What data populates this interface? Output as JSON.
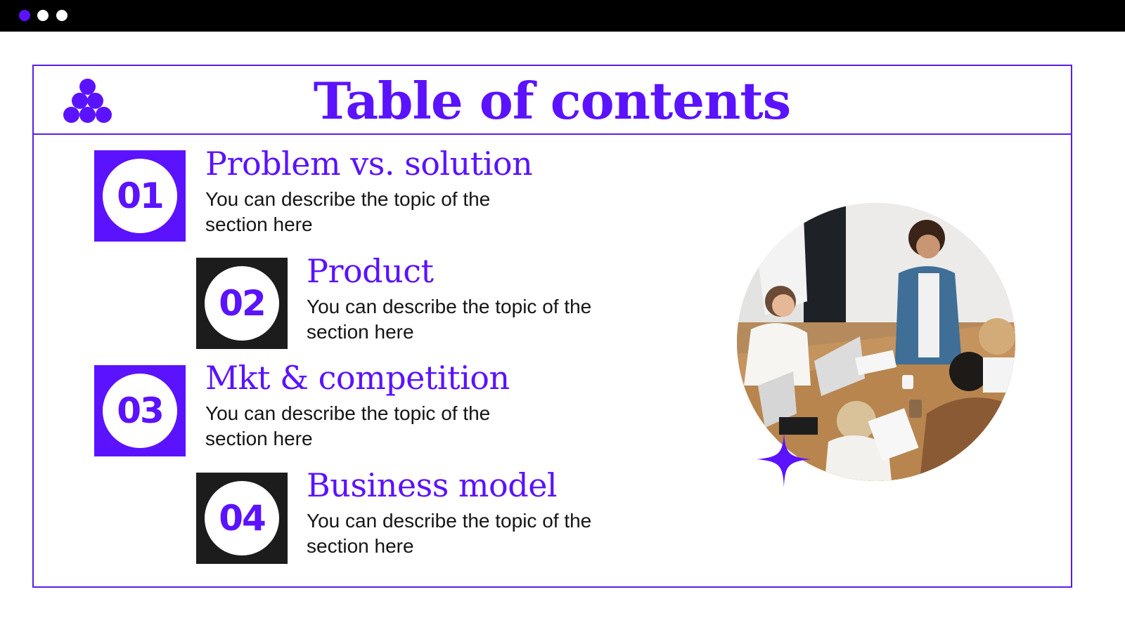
{
  "window": {
    "controls": [
      {
        "name": "window-dot-1",
        "color": "#5b12ff"
      },
      {
        "name": "window-dot-2",
        "color": "#ffffff"
      },
      {
        "name": "window-dot-3",
        "color": "#ffffff"
      }
    ]
  },
  "slide": {
    "title": "Table of contents",
    "accent_color": "#5b12ff",
    "dark_color": "#1c1c1c",
    "logo_icon": "circles-pyramid-icon",
    "sections": [
      {
        "number": "01",
        "title": "Problem vs. solution",
        "description": "You can describe the topic of the section here",
        "box_style": "purple"
      },
      {
        "number": "02",
        "title": "Product",
        "description": "You can describe the topic of the section here",
        "box_style": "dark"
      },
      {
        "number": "03",
        "title": "Mkt & competition",
        "description": "You can describe the topic of the section here",
        "box_style": "purple"
      },
      {
        "number": "04",
        "title": "Business model",
        "description": "You can describe the topic of the section here",
        "box_style": "dark"
      }
    ],
    "photo": {
      "subject": "team meeting around a wooden table",
      "shape": "circle"
    },
    "decoration_icon": "four-point-star-icon"
  }
}
